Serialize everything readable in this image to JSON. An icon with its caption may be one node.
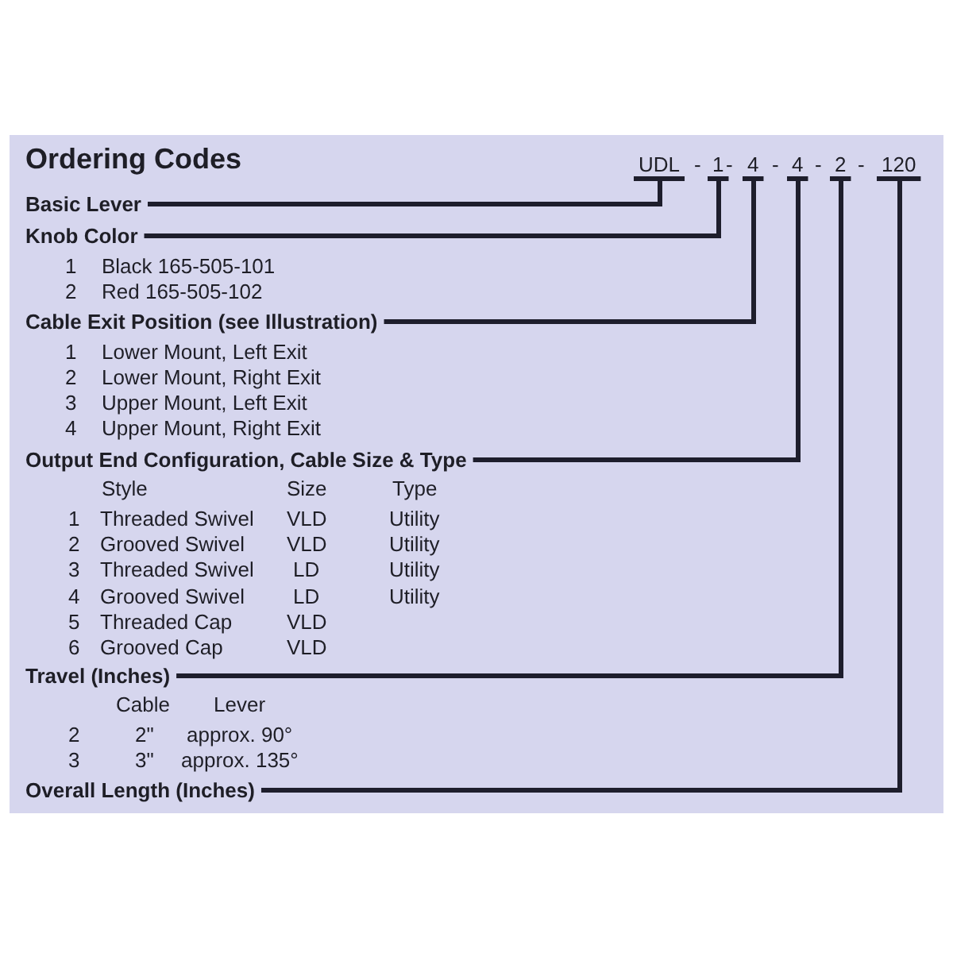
{
  "diagram": {
    "title": "Ordering Codes",
    "nodes": [
      {
        "text": [
          "UDL"
        ]
      },
      {
        "text": [
          "1"
        ]
      },
      {
        "text": [
          "4"
        ]
      },
      {
        "text": [
          "4"
        ]
      },
      {
        "text": [
          "2"
        ]
      },
      {
        "text": [
          "120"
        ]
      },
      {
        "text": [
          "Basic Lever"
        ]
      },
      {
        "text": [
          "Knob Color"
        ]
      },
      {
        "text": [
          "Cable Exit Position (see Illustration)"
        ]
      },
      {
        "text": [
          "Output End Configuration, Cable Size & Type"
        ]
      },
      {
        "text": [
          "Travel (Inches)"
        ]
      },
      {
        "text": [
          "Overall Length (Inches)"
        ]
      }
    ],
    "edges": [
      {
        "from": 6,
        "to": 0,
        "arrow": "none"
      },
      {
        "from": 7,
        "to": 1,
        "arrow": "none"
      },
      {
        "from": 8,
        "to": 2,
        "arrow": "none"
      },
      {
        "from": 9,
        "to": 3,
        "arrow": "none"
      },
      {
        "from": 10,
        "to": 4,
        "arrow": "none"
      },
      {
        "from": 11,
        "to": 5,
        "arrow": "none"
      }
    ],
    "labels": [
      "-",
      "-",
      "-",
      "-",
      "-",
      "1",
      "Black 165-505-101",
      "2",
      "Red 165-505-102",
      "1",
      "Lower Mount, Left Exit",
      "2",
      "Lower Mount, Right Exit",
      "3",
      "Upper Mount, Left Exit",
      "4",
      "Upper Mount, Right Exit",
      "Style",
      "Size",
      "Type",
      "1",
      "Threaded Swivel",
      "VLD",
      "Utility",
      "2",
      "Grooved Swivel",
      "VLD",
      "Utility",
      "3",
      "Threaded Swivel",
      "LD",
      "Utility",
      "4",
      "Grooved Swivel",
      "LD",
      "Utility",
      "5",
      "Threaded Cap",
      "VLD",
      "6",
      "Grooved Cap",
      "VLD",
      "Cable",
      "Lever",
      "2",
      "2\"",
      "approx. 90°",
      "3",
      "3\"",
      "approx. 135°"
    ]
  }
}
